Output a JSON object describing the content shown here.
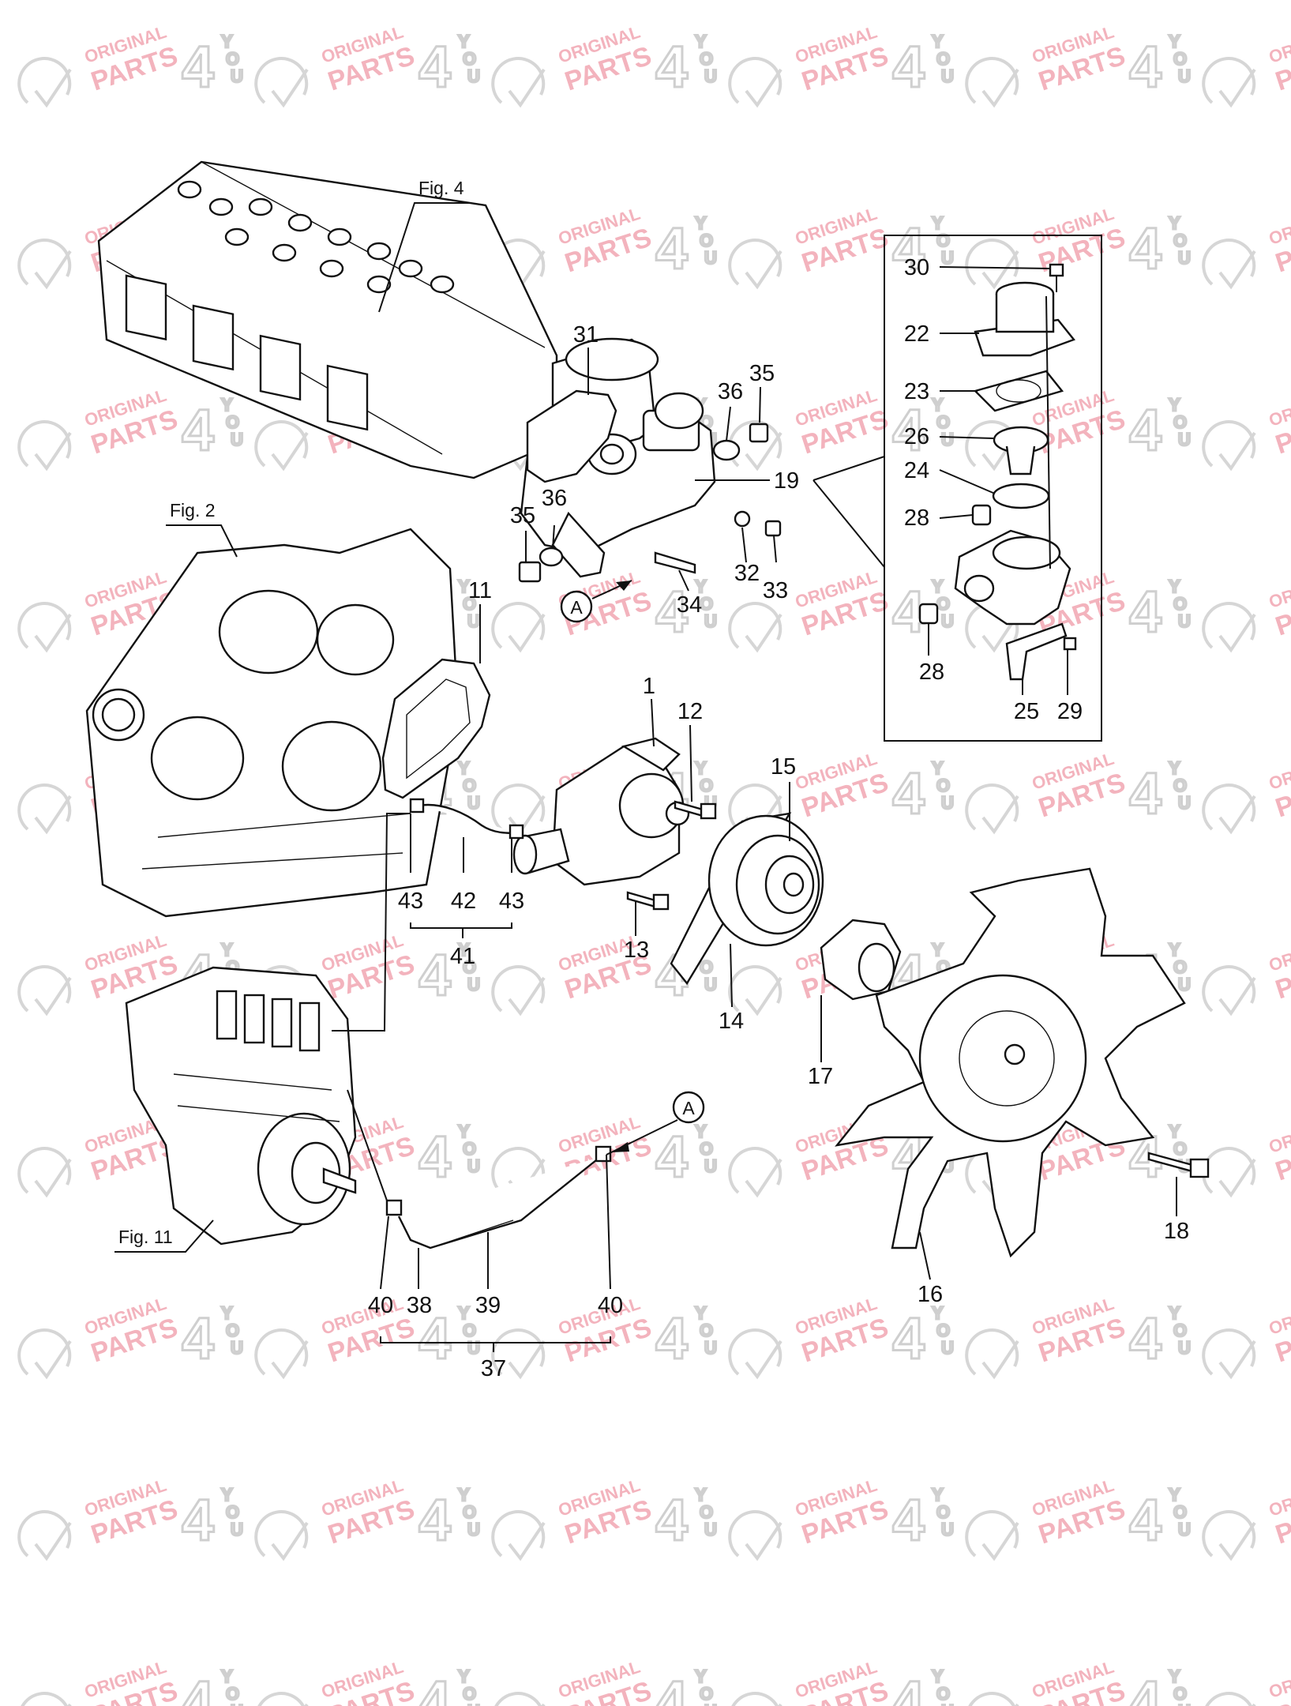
{
  "watermark": {
    "line1": "ORIGINAL",
    "line2": "PARTS",
    "mark": "4",
    "you": [
      "Y",
      "O",
      "U"
    ]
  },
  "figure_refs": {
    "fig4": "Fig. 4",
    "fig2": "Fig. 2",
    "fig11": "Fig. 11"
  },
  "reference_marks": {
    "a1": "A",
    "a2": "A"
  },
  "callouts": {
    "p1": "1",
    "p11": "11",
    "p12": "12",
    "p13": "13",
    "p14": "14",
    "p15": "15",
    "p16": "16",
    "p17": "17",
    "p18": "18",
    "p19": "19",
    "p22": "22",
    "p23": "23",
    "p24": "24",
    "p25": "25",
    "p26": "26",
    "p28a": "28",
    "p28b": "28",
    "p29": "29",
    "p30": "30",
    "p31": "31",
    "p32": "32",
    "p33": "33",
    "p34": "34",
    "p35a": "35",
    "p35b": "35",
    "p36a": "36",
    "p36b": "36",
    "p37": "37",
    "p38": "38",
    "p39": "39",
    "p40a": "40",
    "p40b": "40",
    "p41": "41",
    "p42": "42",
    "p43a": "43",
    "p43b": "43"
  },
  "colors": {
    "ink": "#111111",
    "watermark_text": "#f3b3bd",
    "watermark_mark": "#cfcfcf",
    "background": "#ffffff"
  },
  "icons": [
    "check-circle-watermark-icon"
  ]
}
